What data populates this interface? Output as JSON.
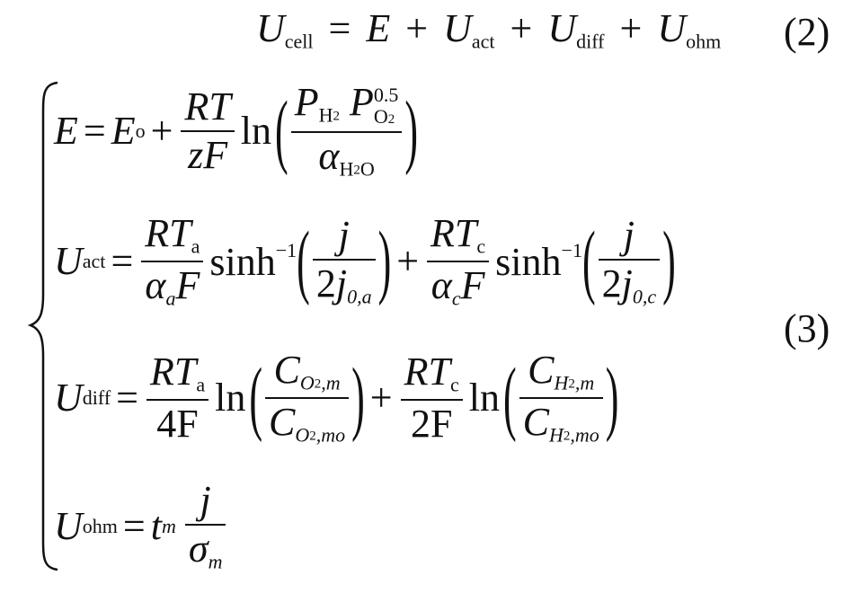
{
  "equation_2": {
    "lhs_var": "U",
    "lhs_sub": "cell",
    "rhs_E": "E",
    "t1_var": "U",
    "t1_sub": "act",
    "t2_var": "U",
    "t2_sub": "diff",
    "t3_var": "U",
    "t3_sub": "ohm",
    "number": "(2)"
  },
  "equation_3": {
    "number": "(3)",
    "row_E": {
      "lhs": "E",
      "E0": "E",
      "E0_sub": "o",
      "frac_num": "RT",
      "frac_den": "zF",
      "fn": "ln",
      "num_P1": "P",
      "num_P1_sub": "H",
      "num_P1_sub2": "2",
      "num_P2": "P",
      "num_P2_sup": "0.5",
      "num_P2_sub": "O",
      "num_P2_sub2": "2",
      "den_alpha": "α",
      "den_sub": "H",
      "den_sub2": "2",
      "den_sub3": "O"
    },
    "row_act": {
      "lhs": "U",
      "lhs_sub": "act",
      "f1_num": "RT",
      "f1_num_sub": "a",
      "f1_den": "α",
      "f1_den_sub": "a",
      "f1_den_F": "F",
      "fn": "sinh",
      "fn_sup": "−1",
      "a1_num": "j",
      "a1_den": "2",
      "a1_den_j": "j",
      "a1_den_sub": "0,a",
      "f2_num": "RT",
      "f2_num_sub": "c",
      "f2_den": "α",
      "f2_den_sub": "c",
      "f2_den_F": "F",
      "a2_num": "j",
      "a2_den": "2",
      "a2_den_j": "j",
      "a2_den_sub": "0,c"
    },
    "row_diff": {
      "lhs": "U",
      "lhs_sub": "diff",
      "f1_num": "RT",
      "f1_num_sub": "a",
      "f1_den": "4F",
      "fn": "ln",
      "a1_num": "C",
      "a1_num_sub": "O",
      "a1_num_sub2": "2",
      "a1_num_sub3": ",m",
      "a1_den": "C",
      "a1_den_sub": "O",
      "a1_den_sub2": "2",
      "a1_den_sub3": ",mo",
      "f2_num": "RT",
      "f2_num_sub": "c",
      "f2_den": "2F",
      "a2_num": "C",
      "a2_num_sub": "H",
      "a2_num_sub2": "2",
      "a2_num_sub3": ",m",
      "a2_den": "C",
      "a2_den_sub": "H",
      "a2_den_sub2": "2",
      "a2_den_sub3": ",mo"
    },
    "row_ohm": {
      "lhs": "U",
      "lhs_sub": "ohm",
      "t": "t",
      "t_sub": "m",
      "frac_num": "j",
      "frac_den": "σ",
      "frac_den_sub": "m"
    }
  }
}
